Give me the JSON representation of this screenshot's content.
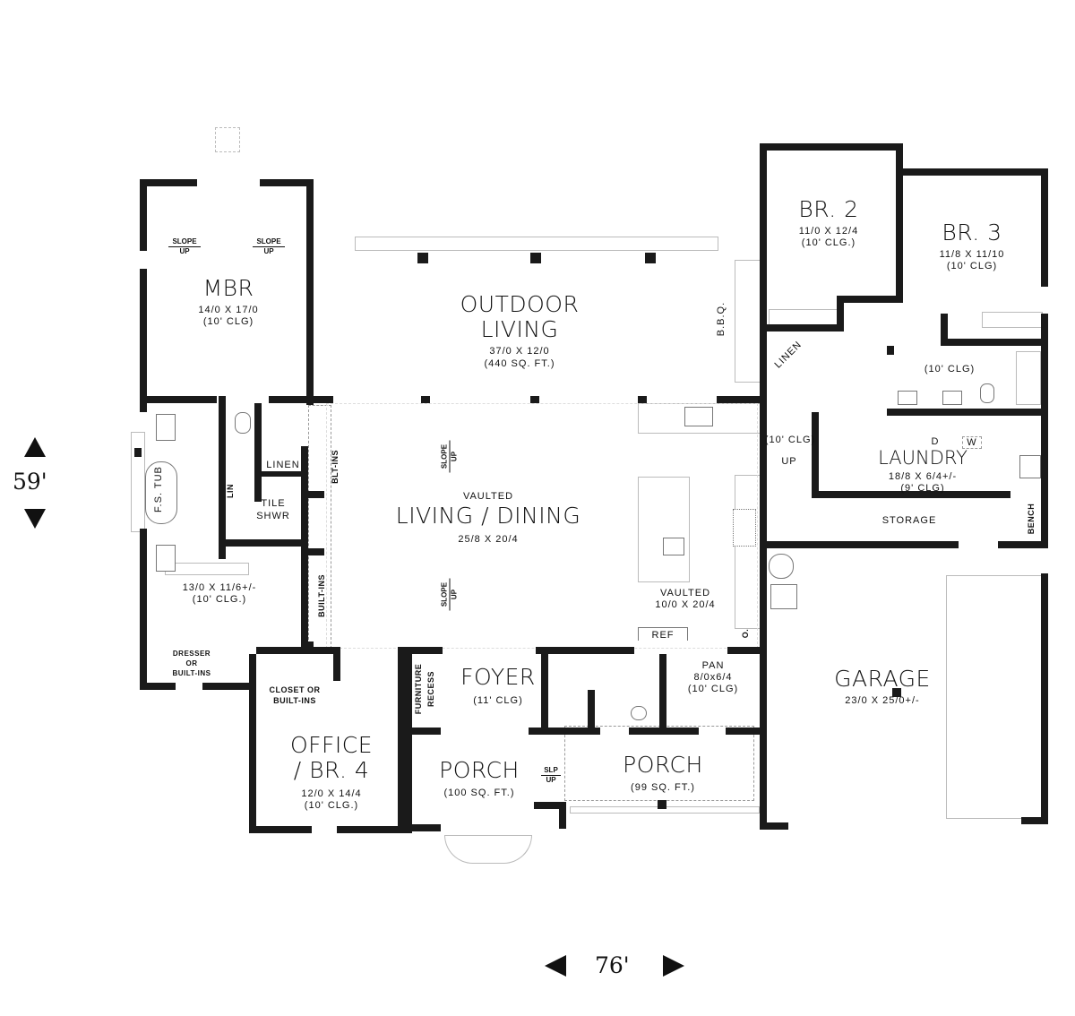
{
  "dimensions": {
    "width": "76'",
    "depth": "59'"
  },
  "rooms": {
    "mbr": {
      "name": "MBR",
      "size": "14/0 X 17/0",
      "ceiling": "(10' CLG)",
      "slope1": "SLOPE",
      "slope1b": "UP",
      "slope2": "SLOPE",
      "slope2b": "UP"
    },
    "outdoor": {
      "name1": "OUTDOOR",
      "name2": "LIVING",
      "size": "37/0 X 12/0",
      "area": "(440 SQ. FT.)",
      "bbq": "B.B.Q."
    },
    "br2": {
      "name": "BR. 2",
      "size": "11/0 X 12/4",
      "ceiling": "(10' CLG.)"
    },
    "br3": {
      "name": "BR. 3",
      "size": "11/8 X 11/10",
      "ceiling": "(10' CLG)"
    },
    "bath2": {
      "ceiling": "(10' CLG)"
    },
    "linen_hall": "LINEN",
    "master_bath": {
      "tub": "F.S. TUB",
      "linen": "LINEN",
      "lin": "LIN",
      "shower1": "TILE",
      "shower2": "SHWR",
      "blt_ins": "BLT-INS"
    },
    "closet": {
      "size": "13/0 X 11/6+/-",
      "ceiling": "(10' CLG.)",
      "dresser1": "DRESSER",
      "dresser2": "OR",
      "dresser3": "BUILT-INS",
      "built_ins": "BUILT-INS"
    },
    "living": {
      "vaulted": "VAULTED",
      "name": "LIVING / DINING",
      "size": "25/8 X 20/4",
      "slope": "SLOPE",
      "slope_up": "UP"
    },
    "kitchen": {
      "vaulted": "VAULTED",
      "size": "10/0 X 20/4",
      "ref": "REF",
      "oven": "O."
    },
    "pantry": {
      "name": "PAN",
      "size": "8/0x6/4",
      "ceiling": "(10' CLG)"
    },
    "stair": {
      "ceiling": "(10' CLG)",
      "up": "UP"
    },
    "laundry": {
      "name": "LAUNDRY",
      "size": "18/8 X 6/4+/-",
      "ceiling": "(9' CLG)",
      "dryer": "D",
      "washer": "W",
      "bench": "BENCH"
    },
    "storage": {
      "name": "STORAGE"
    },
    "garage": {
      "name": "GARAGE",
      "size": "23/0 X 25/0+/-"
    },
    "office": {
      "name1": "OFFICE",
      "name2": "/ BR. 4",
      "size": "12/0 X 14/4",
      "ceiling": "(10' CLG.)",
      "closet1": "CLOSET OR",
      "closet2": "BUILT-INS"
    },
    "foyer": {
      "name": "FOYER",
      "ceiling": "(11' CLG)",
      "recess1": "FURNITURE",
      "recess2": "RECESS"
    },
    "porch1": {
      "name": "PORCH",
      "area": "(100 SQ. FT.)",
      "slp": "SLP",
      "up": "UP"
    },
    "porch2": {
      "name": "PORCH",
      "area": "(99 SQ. FT.)"
    }
  },
  "colors": {
    "wall": "#1a1a1a",
    "background": "#ffffff"
  }
}
